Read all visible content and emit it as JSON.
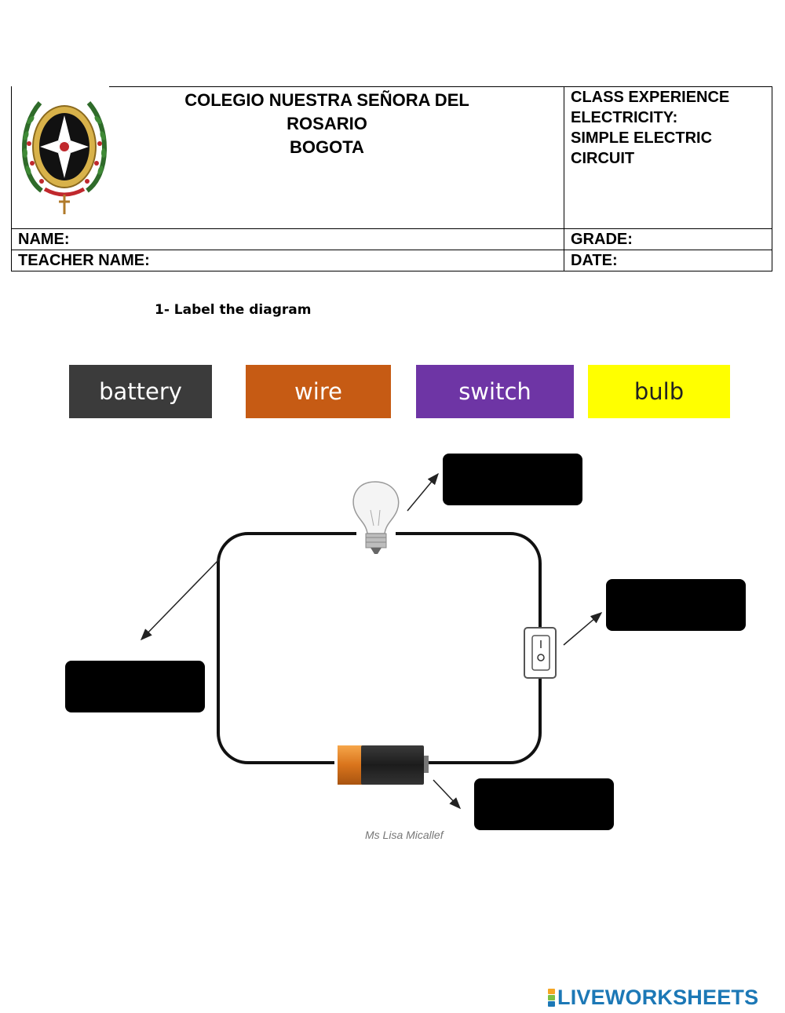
{
  "header": {
    "school_line1": "COLEGIO NUESTRA SEÑORA DEL",
    "school_line2": "ROSARIO",
    "school_line3": "BOGOTA",
    "class_lines": [
      "CLASS EXPERIENCE",
      "ELECTRICITY:",
      "SIMPLE ELECTRIC",
      "CIRCUIT"
    ],
    "name_label": "NAME:",
    "grade_label": "GRADE:",
    "teacher_label": "TEACHER NAME:",
    "date_label": "DATE:"
  },
  "instruction": "1- Label the diagram",
  "word_bank": [
    {
      "label": "battery",
      "bg": "#3b3b3b",
      "fg": "#ffffff"
    },
    {
      "label": "wire",
      "bg": "#c65b14",
      "fg": "#ffffff"
    },
    {
      "label": "switch",
      "bg": "#6e35a5",
      "fg": "#ffffff"
    },
    {
      "label": "bulb",
      "bg": "#ffff00",
      "fg": "#222222"
    }
  ],
  "diagram": {
    "credit": "Ms Lisa Micallef",
    "answer_box_color": "#000000"
  },
  "footer": {
    "brand": "LIVEWORKSHEETS",
    "brand_color": "#1c78b6",
    "square_colors": [
      "#f5a623",
      "#7cc142",
      "#1c78b6"
    ]
  }
}
